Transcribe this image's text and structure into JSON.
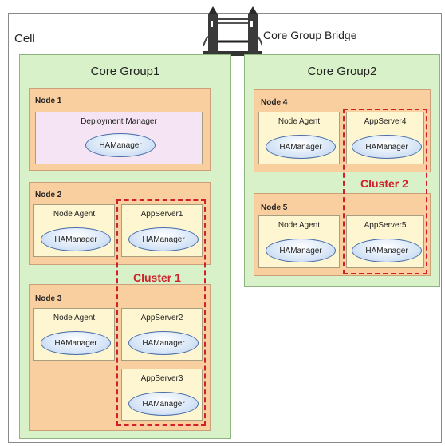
{
  "cell_label": "Cell",
  "bridge_label": "Core Group Bridge",
  "core_groups": [
    {
      "title": "Core Group1",
      "nodes": [
        {
          "label": "Node 1",
          "boxes": [
            {
              "label": "Deployment Manager",
              "component": "HAManager"
            }
          ]
        },
        {
          "label": "Node 2",
          "boxes": [
            {
              "label": "Node Agent",
              "component": "HAManager"
            },
            {
              "label": "AppServer1",
              "component": "HAManager"
            }
          ]
        },
        {
          "label": "Node 3",
          "boxes": [
            {
              "label": "Node Agent",
              "component": "HAManager"
            },
            {
              "label": "AppServer2",
              "component": "HAManager"
            },
            {
              "label": "AppServer3",
              "component": "HAManager"
            }
          ]
        }
      ],
      "cluster_label": "Cluster 1"
    },
    {
      "title": "Core Group2",
      "nodes": [
        {
          "label": "Node 4",
          "boxes": [
            {
              "label": "Node Agent",
              "component": "HAManager"
            },
            {
              "label": "AppServer4",
              "component": "HAManager"
            }
          ]
        },
        {
          "label": "Node 5",
          "boxes": [
            {
              "label": "Node Agent",
              "component": "HAManager"
            },
            {
              "label": "AppServer5",
              "component": "HAManager"
            }
          ]
        }
      ],
      "cluster_label": "Cluster 2"
    }
  ],
  "colors": {
    "core_group": "#d8f1c8",
    "node": "#f9cfa0",
    "server": "#fdf6d0",
    "deployment_manager": "#f4e4f4",
    "cluster": "#d0202a",
    "hamanager": "#dbe8f8"
  }
}
